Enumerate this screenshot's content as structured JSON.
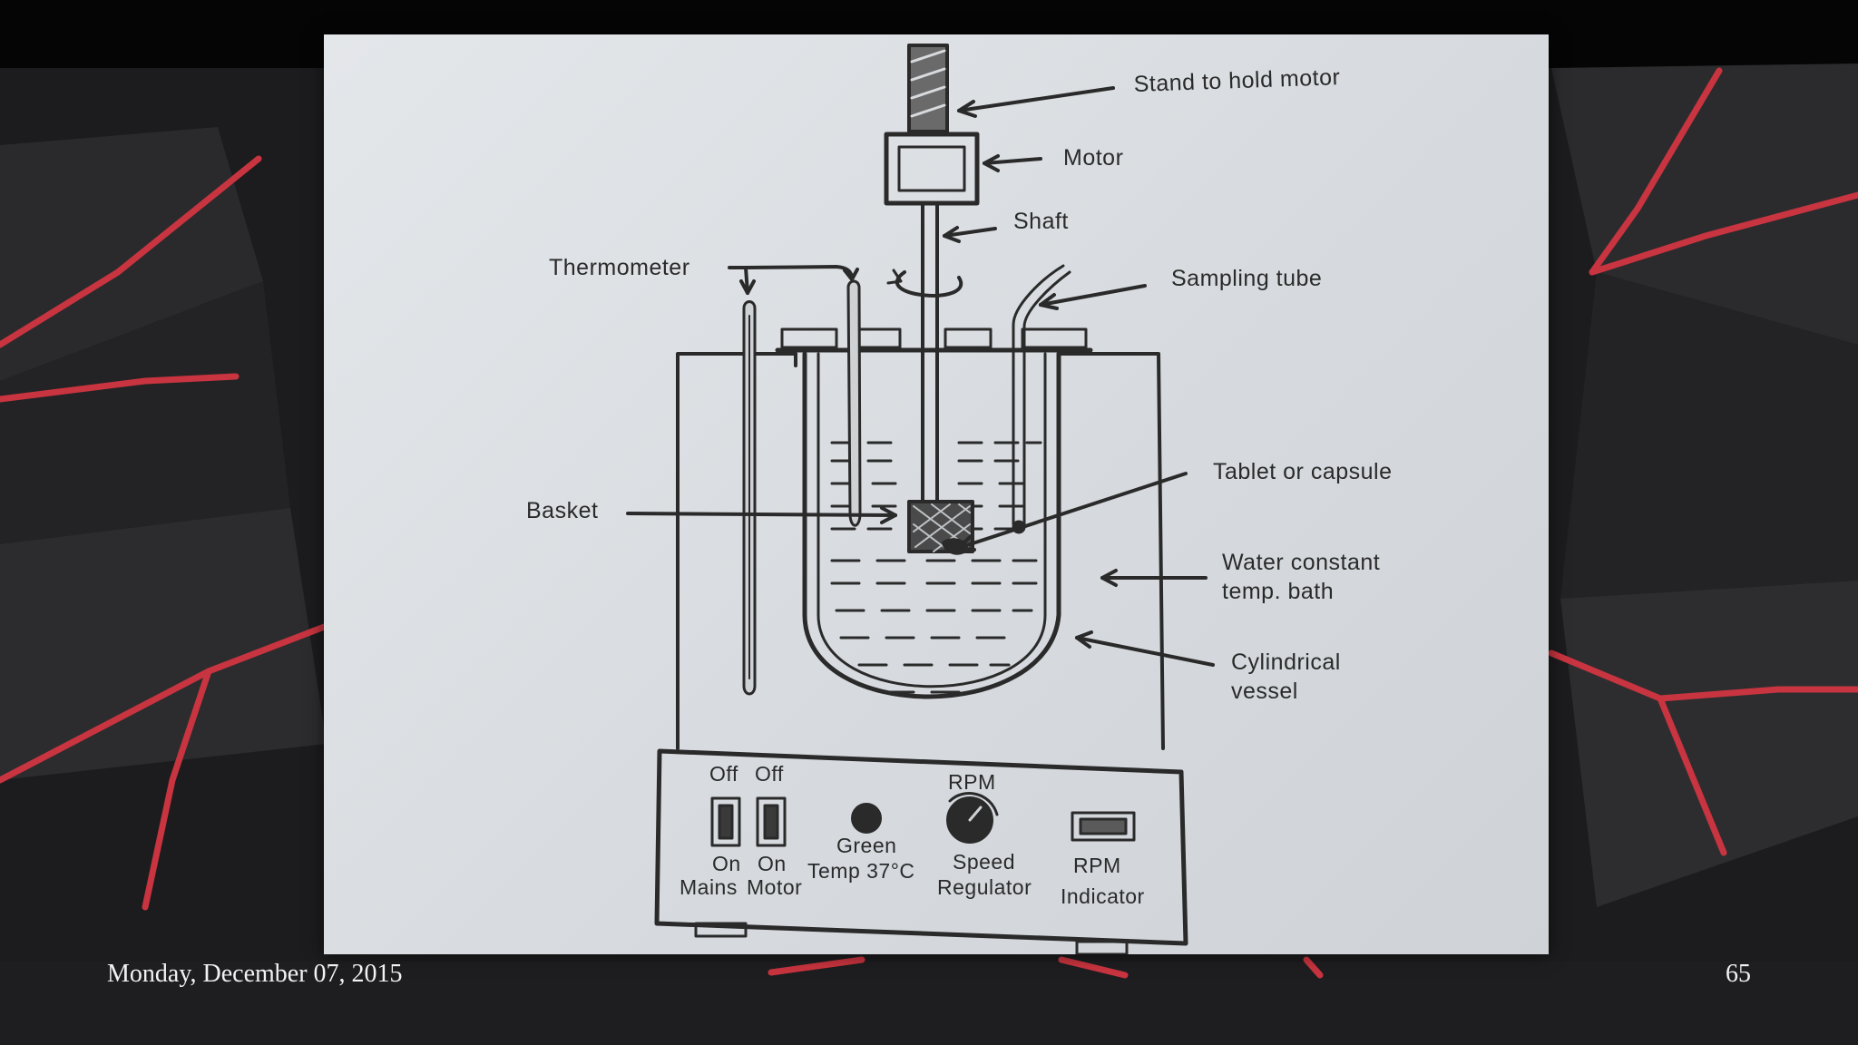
{
  "slide": {
    "date": "Monday, December 07, 2015",
    "page_number": "65"
  },
  "diagram": {
    "labels": {
      "stand": "Stand to hold motor",
      "motor": "Motor",
      "shaft": "Shaft",
      "thermometer": "Thermometer",
      "sampling_tube": "Sampling tube",
      "tablet": "Tablet or capsule",
      "basket": "Basket",
      "water_bath_1": "Water constant",
      "water_bath_2": "temp. bath",
      "vessel_1": "Cylindrical",
      "vessel_2": "vessel"
    },
    "panel": {
      "off_1": "Off",
      "off_2": "Off",
      "on_1": "On",
      "on_2": "On",
      "mains": "Mains",
      "motor": "Motor",
      "green": "Green",
      "temp": "Temp 37°C",
      "rpm_top": "RPM",
      "speed": "Speed",
      "regulator": "Regulator",
      "rpm": "RPM",
      "indicator": "Indicator"
    }
  },
  "colors": {
    "background": "#1b1b1d",
    "accent_red": "#c8343f",
    "paper": "#dcdfe2",
    "ink": "#2a2a2a"
  }
}
